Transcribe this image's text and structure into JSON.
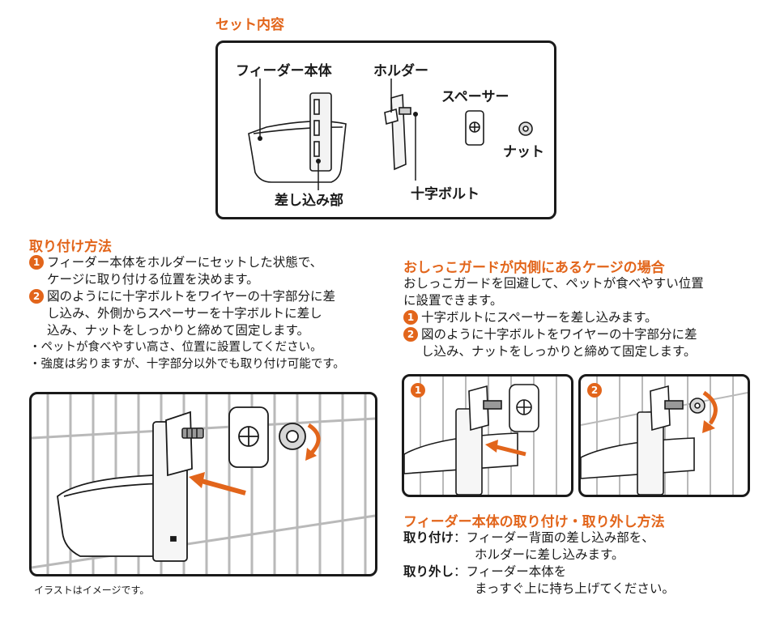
{
  "set_contents": {
    "title": "セット内容",
    "labels": {
      "feeder_body": "フィーダー本体",
      "holder": "ホルダー",
      "spacer": "スペーサー",
      "nut": "ナット",
      "insert_part": "差し込み部",
      "cross_bolt": "十字ボルト"
    }
  },
  "install": {
    "title": "取り付け方法",
    "step1_num": "1",
    "step1_lines": [
      "フィーダー本体をホルダーにセットした状態で、",
      "ケージに取り付ける位置を決めます。"
    ],
    "step2_num": "2",
    "step2_lines": [
      "図のようにに十字ボルトをワイヤーの十字部分に差",
      "し込み、外側からスペーサーを十字ボルトに差し",
      "込み、ナットをしっかりと締めて固定します。"
    ],
    "notes": [
      "・ペットが食べやすい高さ、位置に設置してください。",
      "・強度は劣りますが、十字部分以外でも取り付け可能です。"
    ]
  },
  "pee_guard": {
    "title": "おしっこガードが内側にあるケージの場合",
    "intro_lines": [
      "おしっこガードを回避して、ペットが食べやすい位置",
      "に設置できます。"
    ],
    "step1_num": "1",
    "step1_lines": [
      "十字ボルトにスペーサーを差し込みます。"
    ],
    "step2_num": "2",
    "step2_lines": [
      "図のように十字ボルトをワイヤーの十字部分に差",
      "し込み、ナットをしっかりと締めて固定します。"
    ],
    "panel1_num": "1",
    "panel2_num": "2"
  },
  "attach_detach": {
    "title": "フィーダー本体の取り付け・取り外し方法",
    "attach_label": "取り付け",
    "attach_lines": [
      "フィーダー背面の差し込み部を、",
      "ホルダーに差し込みます。"
    ],
    "detach_label": "取り外し",
    "detach_lines": [
      "フィーダー本体を",
      "まっすぐ上に持ち上げてください。"
    ],
    "colon": "："
  },
  "caption": "イラストはイメージです。",
  "colors": {
    "accent": "#e2651b",
    "ink": "#1a1a1a",
    "grid": "#b9b9b9"
  }
}
